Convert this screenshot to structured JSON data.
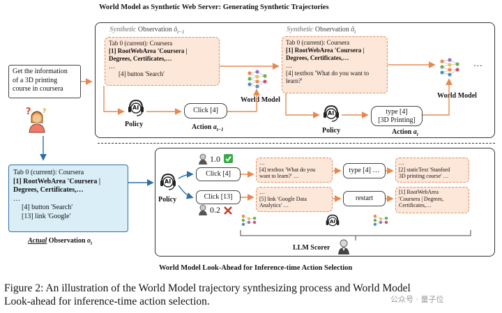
{
  "top_title": "World Model as Synthetic Web Server: Generating Synthetic Trajectories",
  "bottom_title": "World Model Look-Ahead for Inference-time Action Selection",
  "task": [
    "Get the information",
    "of a 3D printing",
    "course in coursera"
  ],
  "synthetic_prev": {
    "label_italic": "Synthetic",
    "label_rest": " Observation ",
    "symbol": "ô",
    "sub": "t−1"
  },
  "synthetic_cur": {
    "label_italic": "Synthetic",
    "label_rest": " Observation ",
    "symbol": "ô",
    "sub": "t"
  },
  "obs_prev_lines": [
    "Tab 0 (current): Coursera",
    "[1] RootWebArea 'Coursera |",
    "Degrees, Certificates,…",
    "…",
    "[4] button 'Search'"
  ],
  "obs_cur_lines": [
    "Tab 0 (current): Coursera",
    "[1] RootWebArea 'Coursera |",
    "Degrees, Certificates,…",
    "…",
    "[4] textbox 'What do you want to",
    "learn?'"
  ],
  "world_model_label": "World Model",
  "world_model_label2": "World Model",
  "ellipsis": "…",
  "policy_label": "Policy",
  "policy_label2": "Policy",
  "policy_label3": "Policy",
  "ai_text": "AI",
  "action_prev": {
    "pill": "Click [4]",
    "label": "Action ",
    "symbol": "a",
    "sub": "t−1"
  },
  "action_cur": {
    "pill_lines": [
      "type [4]",
      "[3D Printing]"
    ],
    "label": "Action ",
    "symbol": "a",
    "sub": "t"
  },
  "actual_obs_lines": [
    "Tab 0 (current): Coursera",
    "[1] RootWebArea 'Coursera |",
    "Degrees, Certificates,…",
    "…",
    "[4] button 'Search'",
    "[13] link 'Google'"
  ],
  "actual_label": {
    "underlined": "Actual",
    "rest": " Observation ",
    "symbol": "o",
    "sub": "t"
  },
  "score_good": "1.0",
  "score_bad": "0.2",
  "branch1": {
    "action": "Click [4]",
    "obs_lines": [
      "…",
      "[4] textbox 'What do you",
      "want to learn?' …"
    ],
    "next_action": "type [4] …",
    "final_lines": [
      "…",
      "[2] staticText 'Stanford",
      "3D printing course' …"
    ]
  },
  "branch2": {
    "action": "Click [13]",
    "obs_lines": [
      "…",
      "[5] link 'Google Data",
      "Analytics' …"
    ],
    "next_action": "restart",
    "final_lines": [
      "[1] RootWebArea",
      "'Coursera | Degrees,",
      "Certificates,…"
    ]
  },
  "scorer_label": "LLM Scorer",
  "caption_line1": "Figure 2:  An illustration of the World Model trajectory synthesizing process and World Model",
  "caption_line2": "Look-ahead for inference-time action selection.",
  "watermark": "公众号 · 量子位",
  "colors": {
    "orange": "#e8884f",
    "blue": "#2e6fa3",
    "obs_fill": "#fde7d9",
    "actual_fill": "#d9eef7",
    "red": "#c0392b",
    "green": "#3aa84a"
  }
}
